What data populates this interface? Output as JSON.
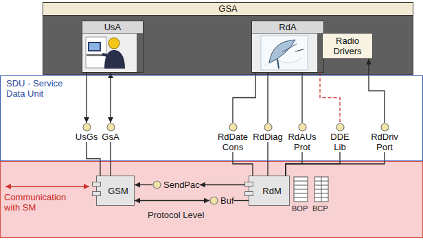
{
  "diagram": {
    "nodes": [
      {
        "text": [
          "GSA"
        ]
      },
      {
        "text": [
          "UsA"
        ],
        "in": 0
      },
      {
        "text": [
          "RdA"
        ],
        "in": 0
      },
      {
        "text": [
          "Radio Drivers"
        ],
        "in": 0
      },
      {
        "text": [
          "SDU - Service Data Unit"
        ]
      },
      {
        "text": [
          "UsGs"
        ],
        "in": 4
      },
      {
        "text": [
          "GsA"
        ],
        "in": 4
      },
      {
        "text": [
          "RdDate Cons"
        ],
        "in": 4
      },
      {
        "text": [
          "RdDiag"
        ],
        "in": 4
      },
      {
        "text": [
          "RdAUs Prot"
        ],
        "in": 4
      },
      {
        "text": [
          "DDE Lib"
        ],
        "in": 4
      },
      {
        "text": [
          "RdDriv Port"
        ],
        "in": 4
      },
      {
        "text": [
          "GSM"
        ]
      },
      {
        "text": [
          "SendPac"
        ]
      },
      {
        "text": [
          "RdM"
        ]
      },
      {
        "text": [
          "Buf"
        ]
      }
    ],
    "edges": [
      {
        "from": 1,
        "to": 5,
        "arrow": "to"
      },
      {
        "from": 5,
        "to": 12,
        "arrow": "none"
      },
      {
        "from": 1,
        "to": 6,
        "arrow": "both"
      },
      {
        "from": 6,
        "to": 12,
        "arrow": "none"
      },
      {
        "from": 2,
        "to": 7,
        "arrow": "none"
      },
      {
        "from": 2,
        "to": 8,
        "arrow": "none"
      },
      {
        "from": 2,
        "to": 9,
        "arrow": "none"
      },
      {
        "from": 2,
        "to": 10,
        "arrow": "none"
      },
      {
        "from": 11,
        "to": 3,
        "arrow": "to"
      },
      {
        "from": 14,
        "to": 7,
        "arrow": "none"
      },
      {
        "from": 14,
        "to": 8,
        "arrow": "none"
      },
      {
        "from": 14,
        "to": 9,
        "arrow": "none"
      },
      {
        "from": 14,
        "to": 10,
        "arrow": "none"
      },
      {
        "from": 14,
        "to": 11,
        "arrow": "none"
      },
      {
        "from": 13,
        "to": 12,
        "arrow": "to"
      },
      {
        "from": 14,
        "to": 13,
        "arrow": "to"
      },
      {
        "from": 12,
        "to": 15,
        "arrow": "both"
      },
      {
        "from": 15,
        "to": 14,
        "arrow": "none"
      }
    ],
    "labels": [
      "Communication with SM",
      "Protocol Level",
      "BOP",
      "BCP"
    ]
  }
}
